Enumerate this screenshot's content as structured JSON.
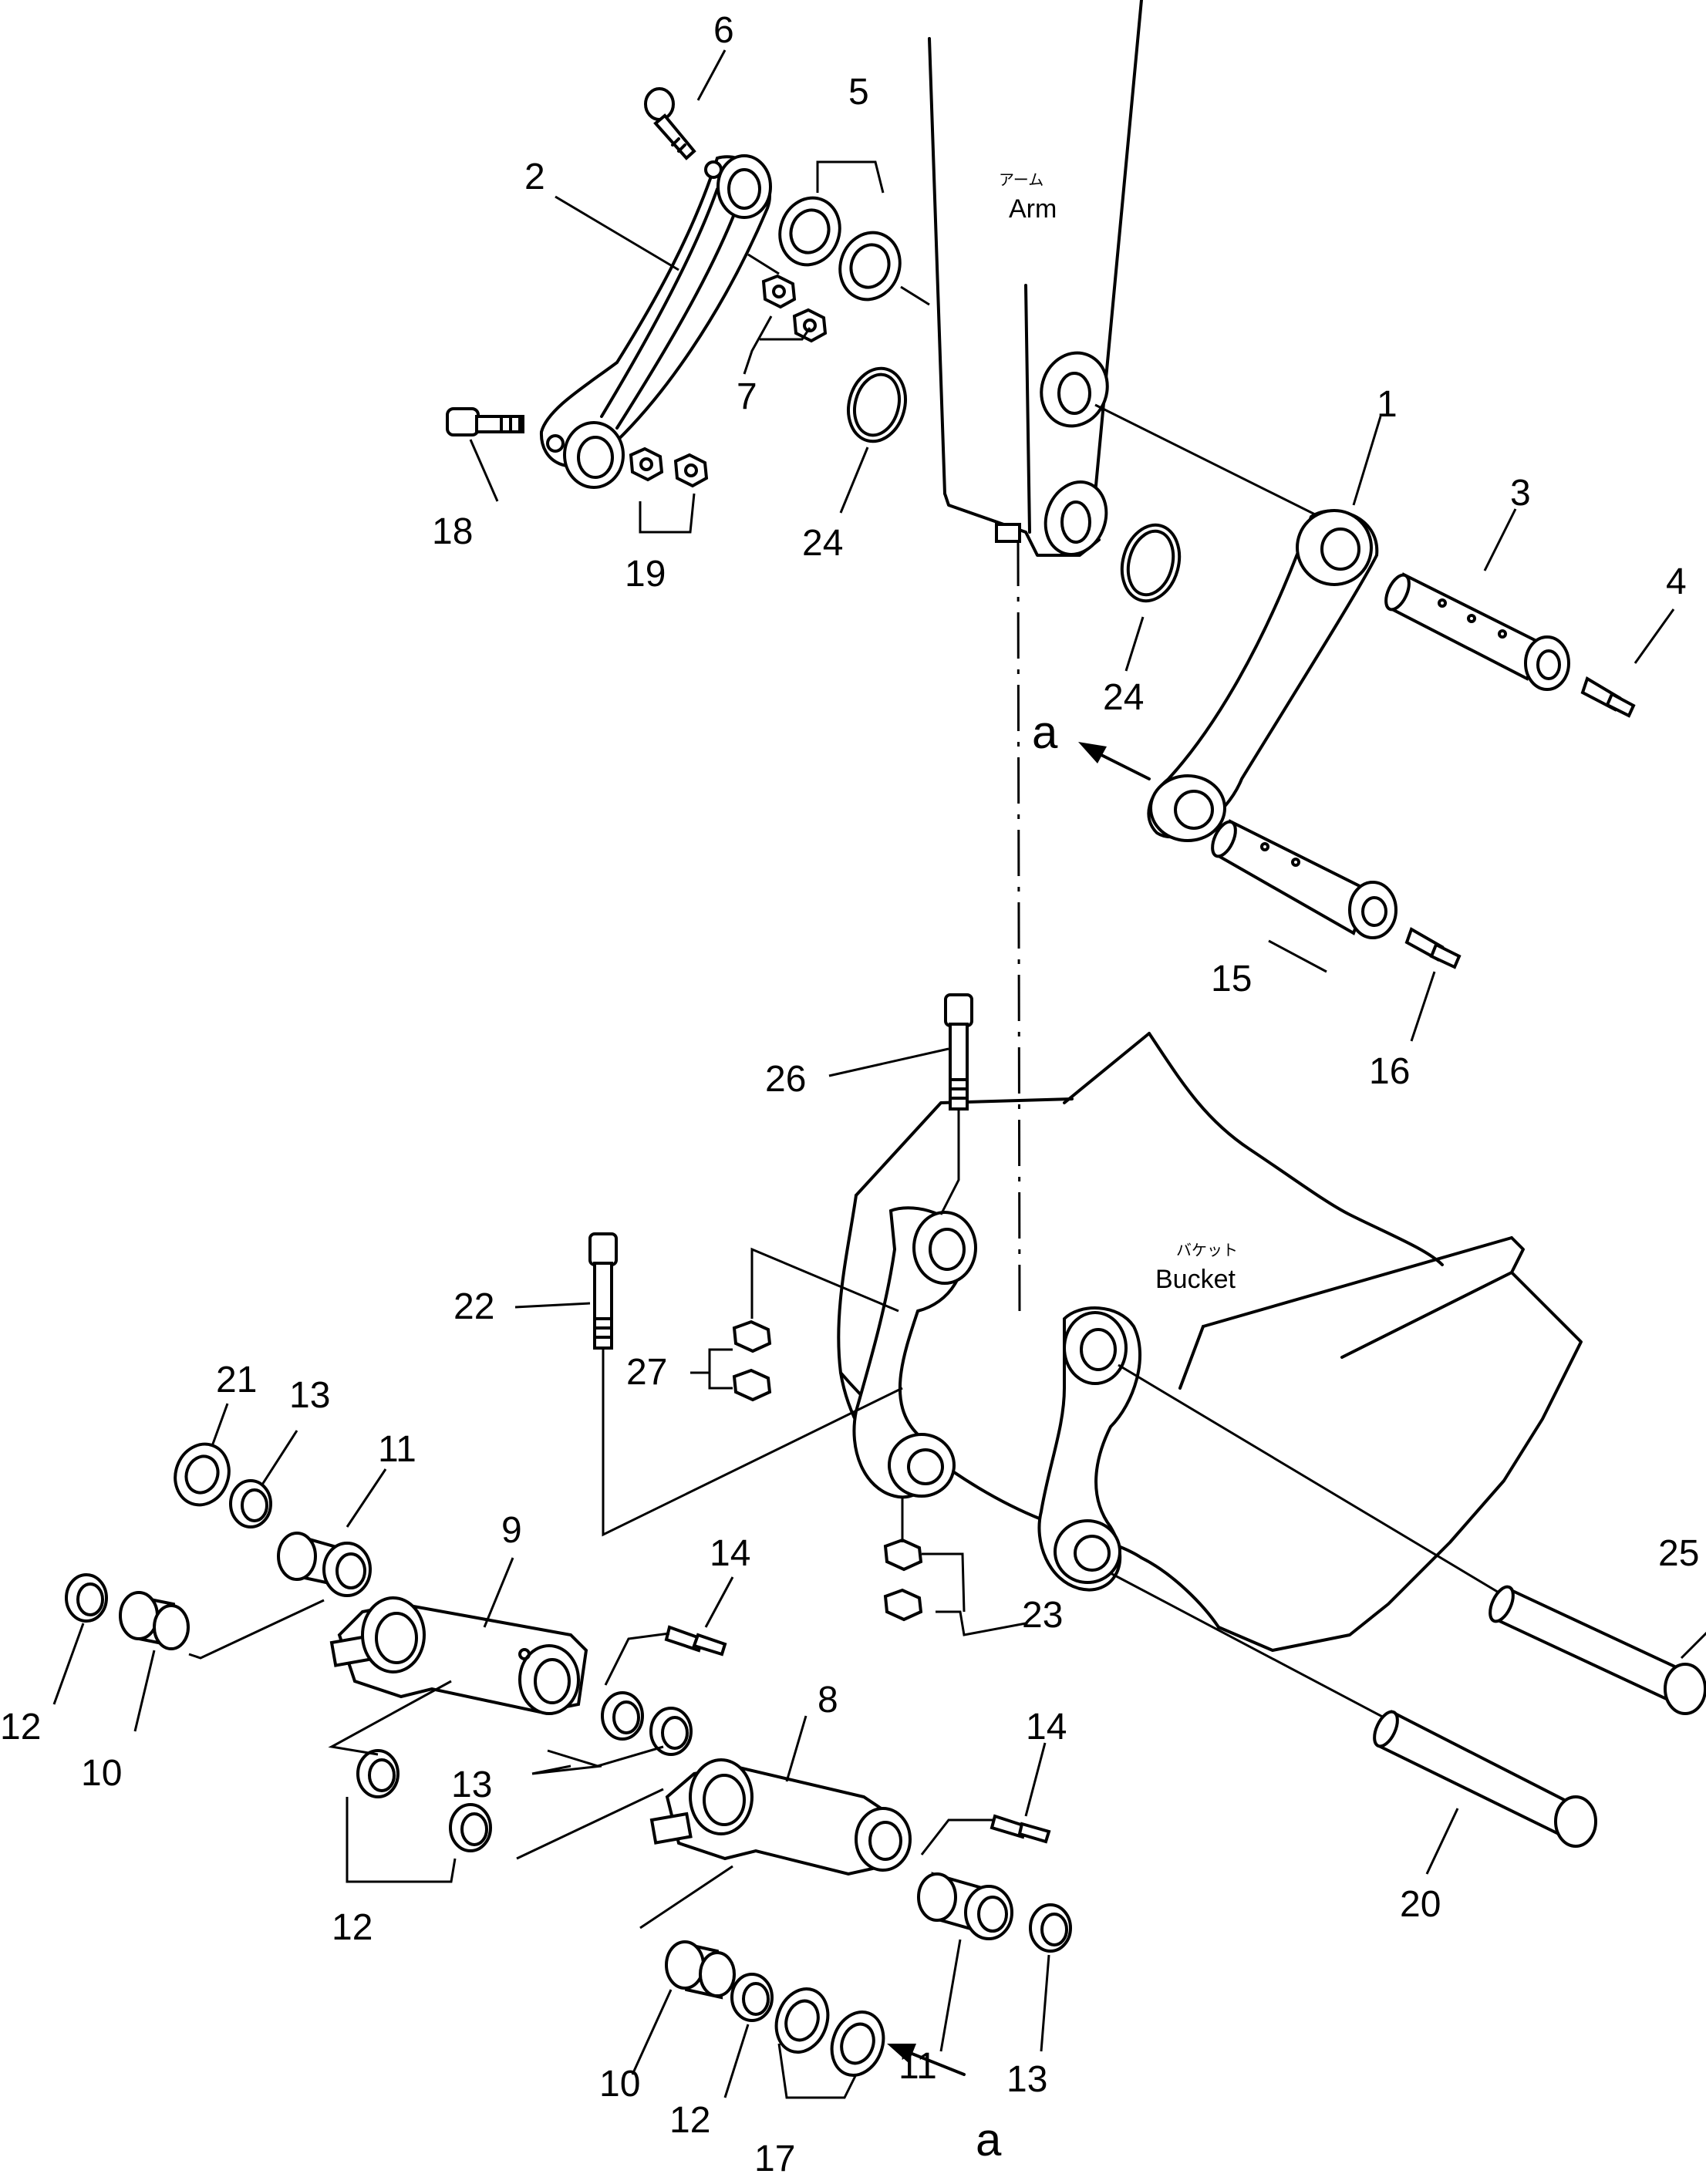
{
  "labels": {
    "arm_jp": "アーム",
    "arm_en": "Arm",
    "bucket_jp": "バケット",
    "bucket_en": "Bucket",
    "ref_a": "a"
  },
  "callouts": [
    {
      "id": "c1",
      "text": "1"
    },
    {
      "id": "c2",
      "text": "2"
    },
    {
      "id": "c3",
      "text": "3"
    },
    {
      "id": "c4",
      "text": "4"
    },
    {
      "id": "c5",
      "text": "5"
    },
    {
      "id": "c6",
      "text": "6"
    },
    {
      "id": "c7",
      "text": "7"
    },
    {
      "id": "c8",
      "text": "8"
    },
    {
      "id": "c9",
      "text": "9"
    },
    {
      "id": "c10a",
      "text": "10"
    },
    {
      "id": "c10b",
      "text": "10"
    },
    {
      "id": "c11a",
      "text": "11"
    },
    {
      "id": "c11b",
      "text": "11"
    },
    {
      "id": "c12a",
      "text": "12"
    },
    {
      "id": "c12b",
      "text": "12"
    },
    {
      "id": "c12c",
      "text": "12"
    },
    {
      "id": "c13a",
      "text": "13"
    },
    {
      "id": "c13b",
      "text": "13"
    },
    {
      "id": "c13c",
      "text": "13"
    },
    {
      "id": "c14a",
      "text": "14"
    },
    {
      "id": "c14b",
      "text": "14"
    },
    {
      "id": "c15",
      "text": "15"
    },
    {
      "id": "c16",
      "text": "16"
    },
    {
      "id": "c17",
      "text": "17"
    },
    {
      "id": "c18",
      "text": "18"
    },
    {
      "id": "c19",
      "text": "19"
    },
    {
      "id": "c20",
      "text": "20"
    },
    {
      "id": "c21",
      "text": "21"
    },
    {
      "id": "c22",
      "text": "22"
    },
    {
      "id": "c23",
      "text": "23"
    },
    {
      "id": "c24a",
      "text": "24"
    },
    {
      "id": "c24b",
      "text": "24"
    },
    {
      "id": "c25",
      "text": "25"
    },
    {
      "id": "c26",
      "text": "26"
    },
    {
      "id": "c27",
      "text": "27"
    }
  ]
}
